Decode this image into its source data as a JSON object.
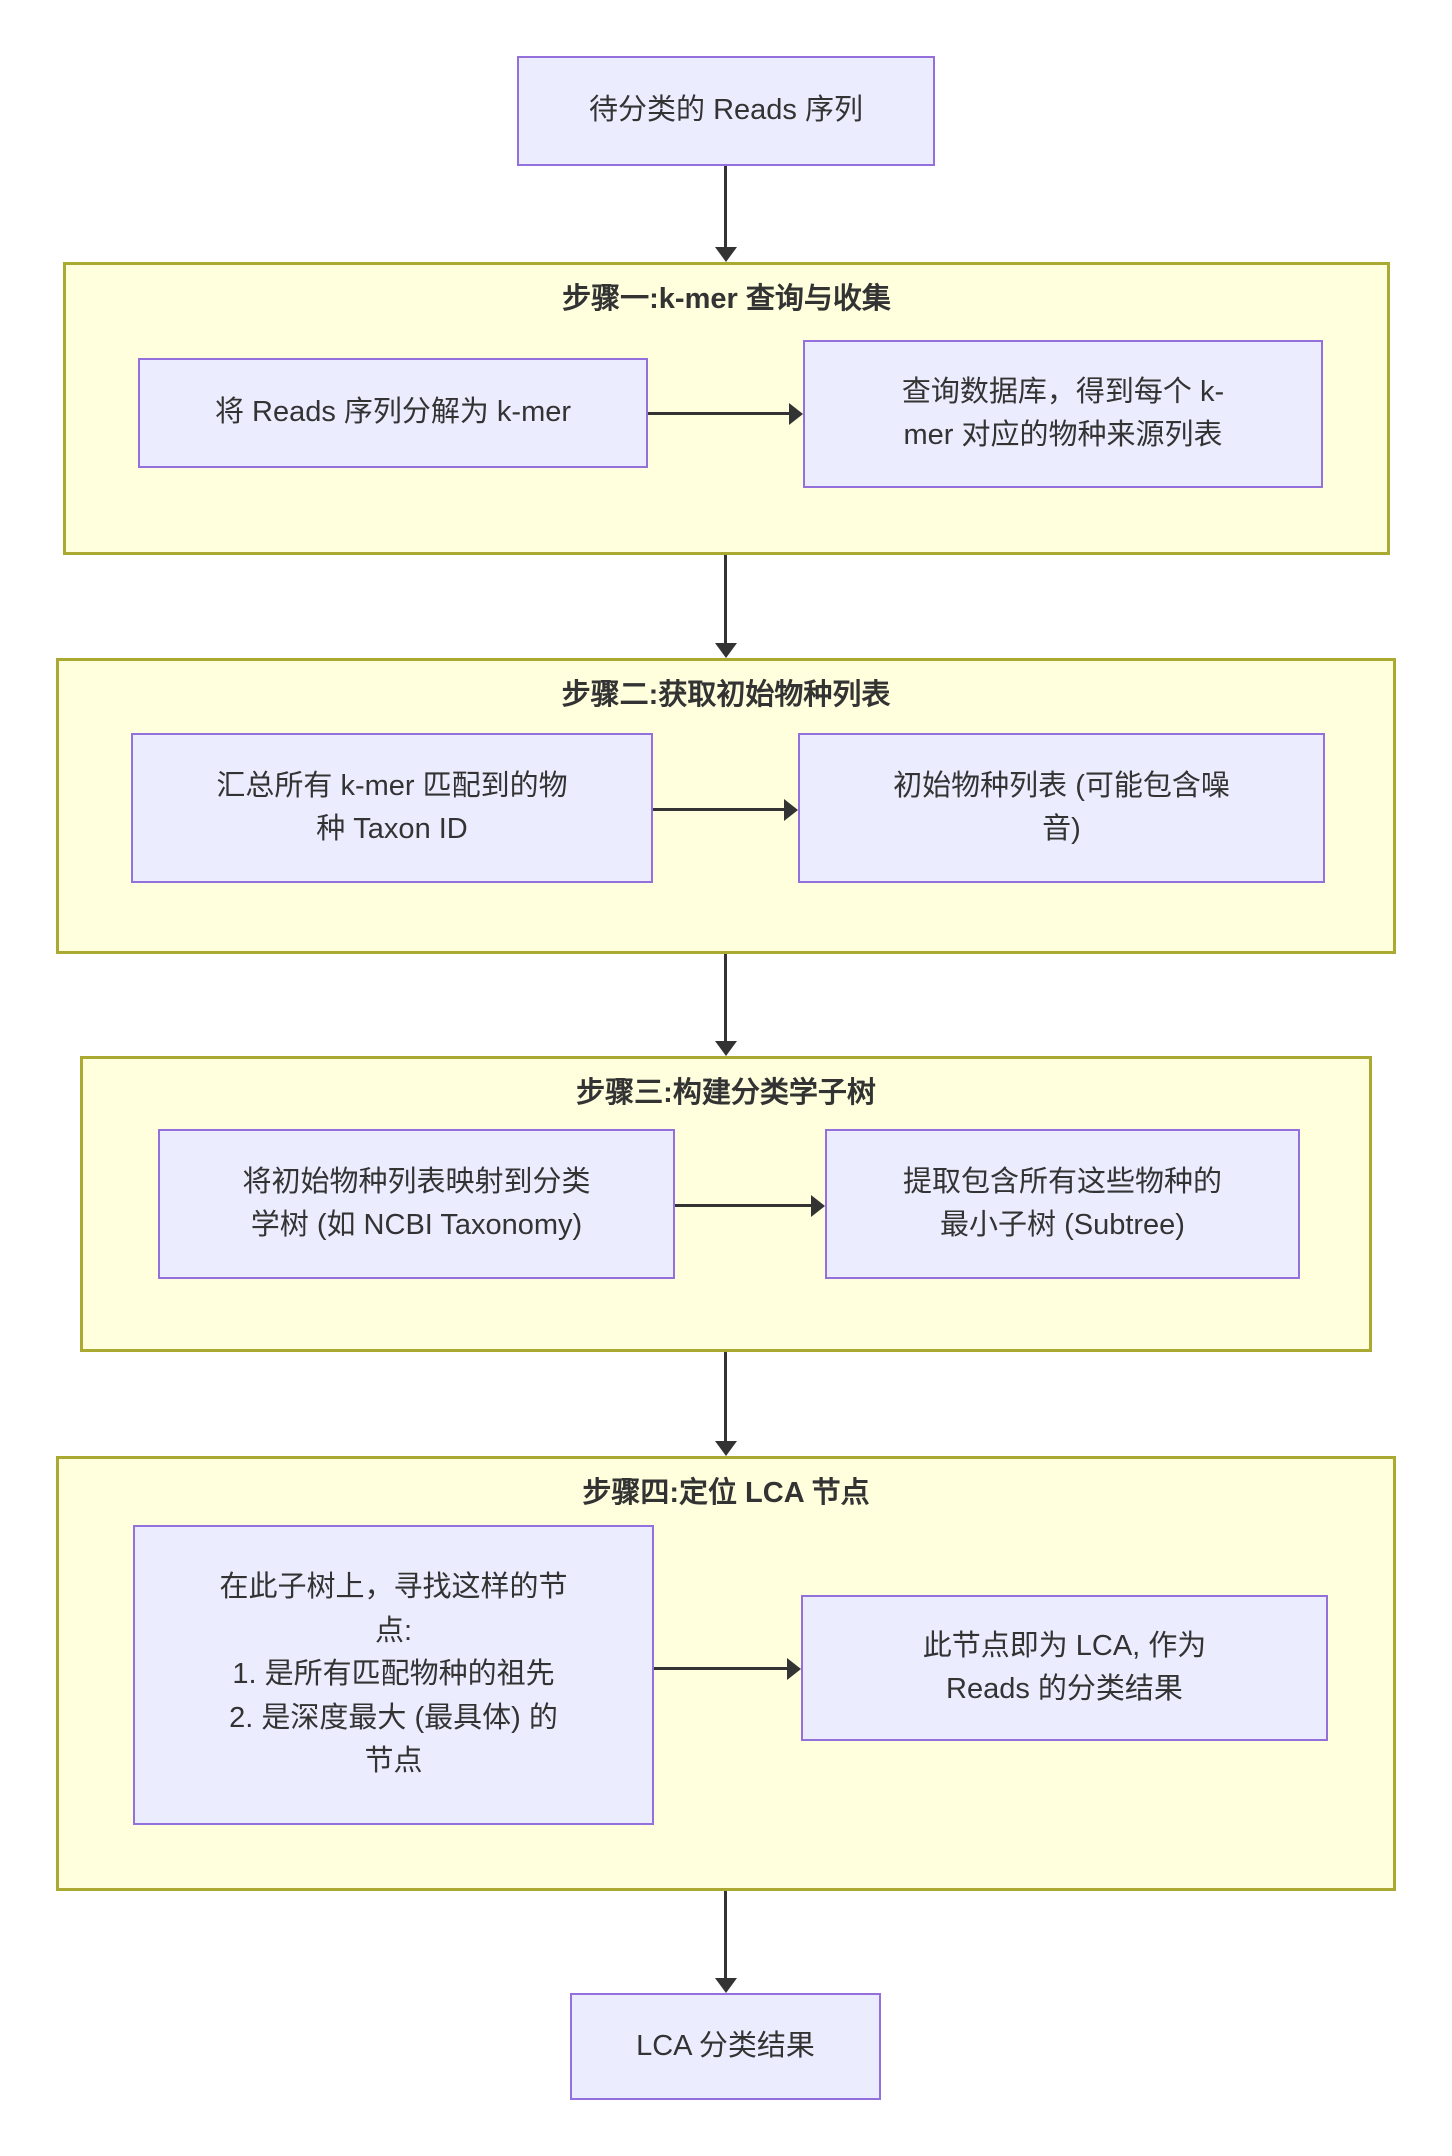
{
  "flowchart": {
    "start_node": {
      "label": "待分类的 Reads 序列"
    },
    "steps": [
      {
        "title": "步骤一:k-mer 查询与收集",
        "left": "将 Reads 序列分解为 k-mer",
        "right": "查询数据库，得到每个 k-\nmer 对应的物种来源列表"
      },
      {
        "title": "步骤二:获取初始物种列表",
        "left": "汇总所有 k-mer 匹配到的物\n种 Taxon ID",
        "right": "初始物种列表 (可能包含噪\n音)"
      },
      {
        "title": "步骤三:构建分类学子树",
        "left": "将初始物种列表映射到分类\n学树 (如 NCBI Taxonomy)",
        "right": "提取包含所有这些物种的\n最小子树 (Subtree)"
      },
      {
        "title": "步骤四:定位 LCA 节点",
        "left": "在此子树上，寻找这样的节\n点:\n1. 是所有匹配物种的祖先\n2. 是深度最大 (最具体) 的\n节点",
        "right": "此节点即为 LCA, 作为\nReads 的分类结果"
      }
    ],
    "end_node": {
      "label": "LCA 分类结果"
    },
    "colors": {
      "node_fill": "#ECECFF",
      "node_border": "#9370DB",
      "cluster_fill": "#FFFFDE",
      "cluster_border": "#AAAA33",
      "arrow": "#333333",
      "text": "#333333"
    }
  }
}
